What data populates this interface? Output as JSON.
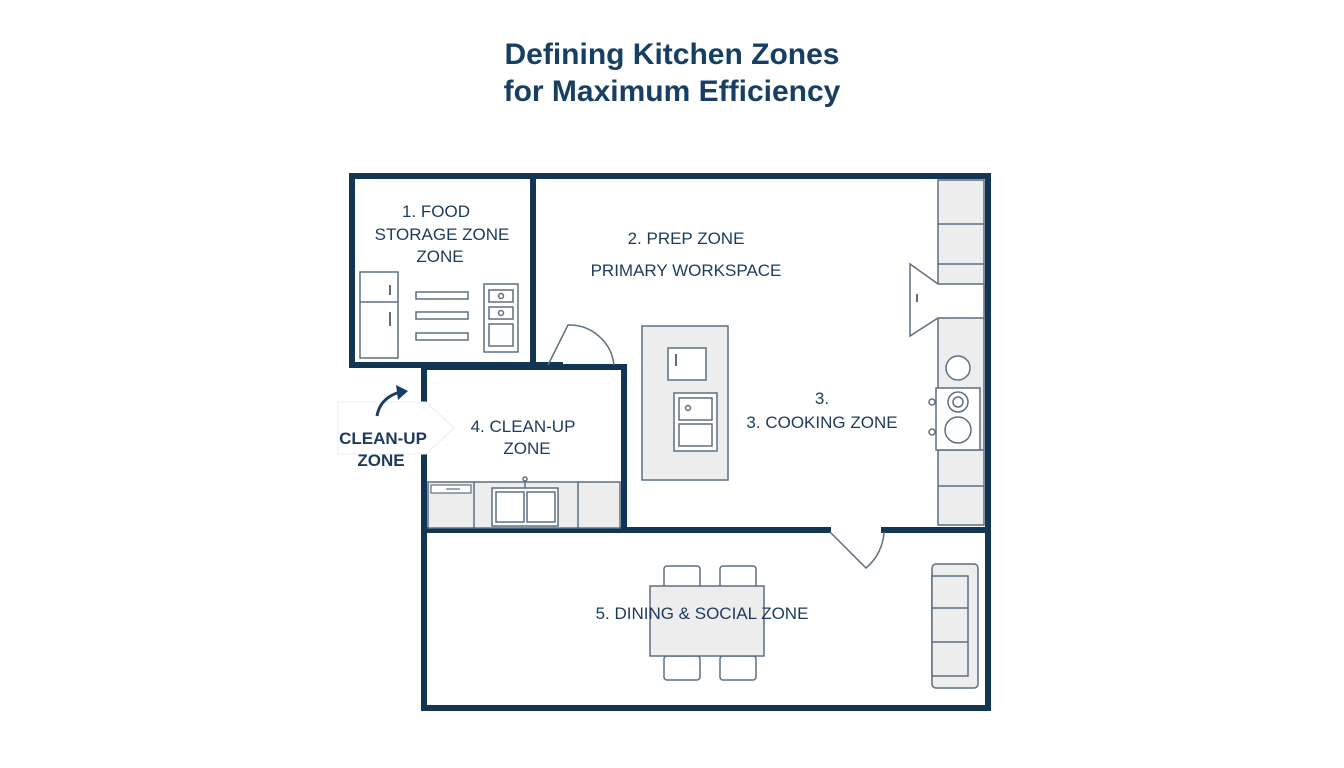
{
  "title": {
    "line1": "Defining Kitchen Zones",
    "line2": "for Maximum Efficiency"
  },
  "zones": {
    "food_storage": [
      "1. FOOD",
      "STORAGE ZONE",
      "ZONE"
    ],
    "prep": {
      "name": "2. PREP ZONE",
      "subtitle": "PRIMARY WORKSPACE"
    },
    "cooking": [
      "3.",
      "3. COOKING ZONE"
    ],
    "cleanup": [
      "4. CLEAN-UP",
      "ZONE"
    ],
    "cleanup_callout": [
      "CLEAN-UP",
      "ZONE"
    ],
    "dining": "5. DINING & SOCIAL ZONE"
  },
  "colors": {
    "wall": "#123554",
    "fixture_stroke": "#5c6f82",
    "fixture_fill": "#ededed",
    "text": "#1d3a5c"
  },
  "icons": {
    "callout_arrow": "curved-arrow-icon"
  }
}
